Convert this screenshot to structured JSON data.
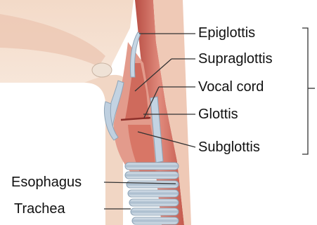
{
  "labels": {
    "epiglottis": "Epiglottis",
    "supraglottis": "Supraglottis",
    "vocal_cord": "Vocal cord",
    "glottis": "Glottis",
    "subglottis": "Subglottis",
    "esophagus": "Esophagus",
    "trachea": "Trachea"
  },
  "colors": {
    "skin_light": "#f6e3d4",
    "skin_mid": "#ecc8b0",
    "muscle": "#c9584c",
    "muscle_dark": "#a8403a",
    "cartilage": "#bccfe0",
    "tissue": "#e9a99a",
    "leader": "#333333"
  }
}
